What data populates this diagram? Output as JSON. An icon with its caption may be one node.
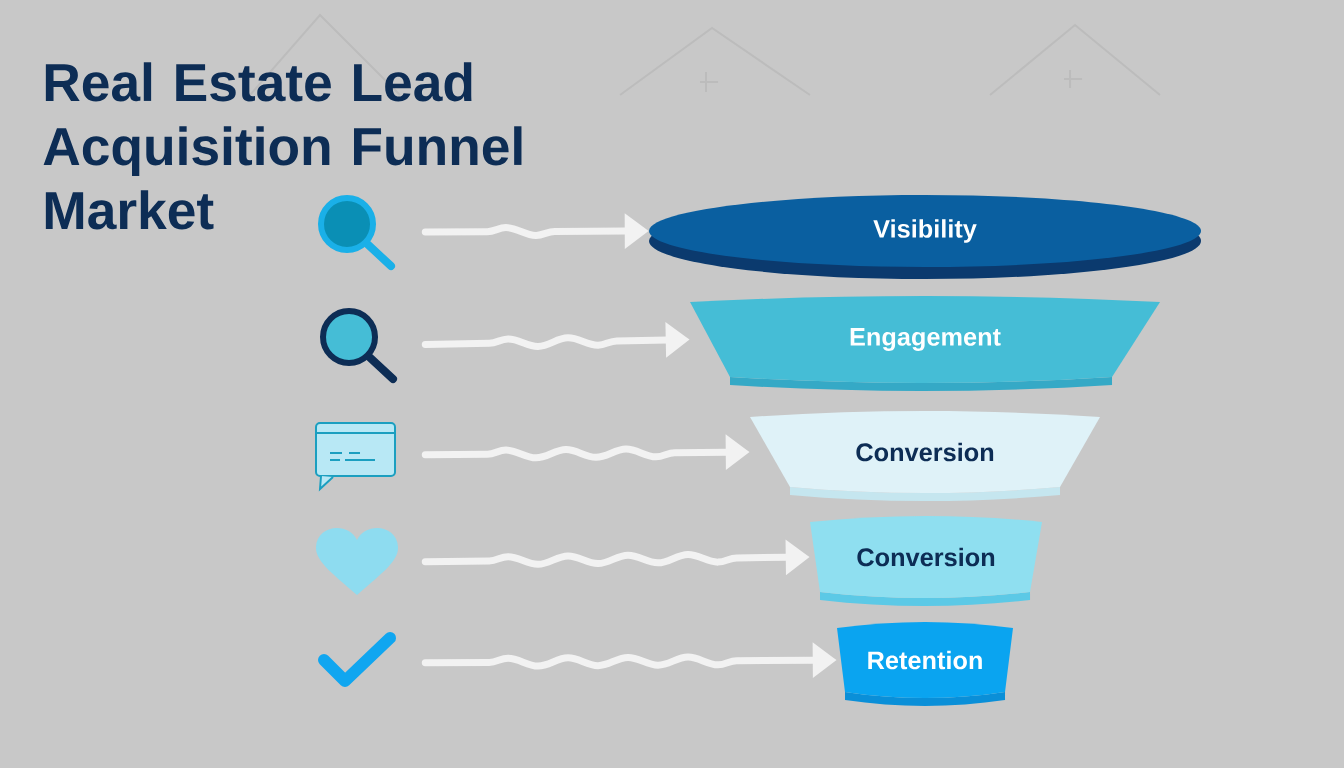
{
  "diagram": {
    "title": "Real Estate Lead Acquisition Funnel Market",
    "nodes": [
      {
        "text": [],
        "shape": "magnifier"
      },
      {
        "text": [],
        "shape": "magnifier"
      },
      {
        "text": [],
        "shape": "speech-bubble"
      },
      {
        "text": [],
        "shape": "heart"
      },
      {
        "text": [],
        "shape": "checkmark"
      },
      {
        "text": [
          "Visibility"
        ]
      },
      {
        "text": [
          "Engagement"
        ]
      },
      {
        "text": [
          "Conversion"
        ]
      },
      {
        "text": [
          "Conversion"
        ]
      },
      {
        "text": [
          "Retention"
        ]
      }
    ],
    "edges": [
      {
        "from": 0,
        "to": 5,
        "arrow": "to"
      },
      {
        "from": 1,
        "to": 6,
        "arrow": "to"
      },
      {
        "from": 2,
        "to": 7,
        "arrow": "to"
      },
      {
        "from": 3,
        "to": 8,
        "arrow": "to"
      },
      {
        "from": 4,
        "to": 9,
        "arrow": "to"
      }
    ]
  }
}
